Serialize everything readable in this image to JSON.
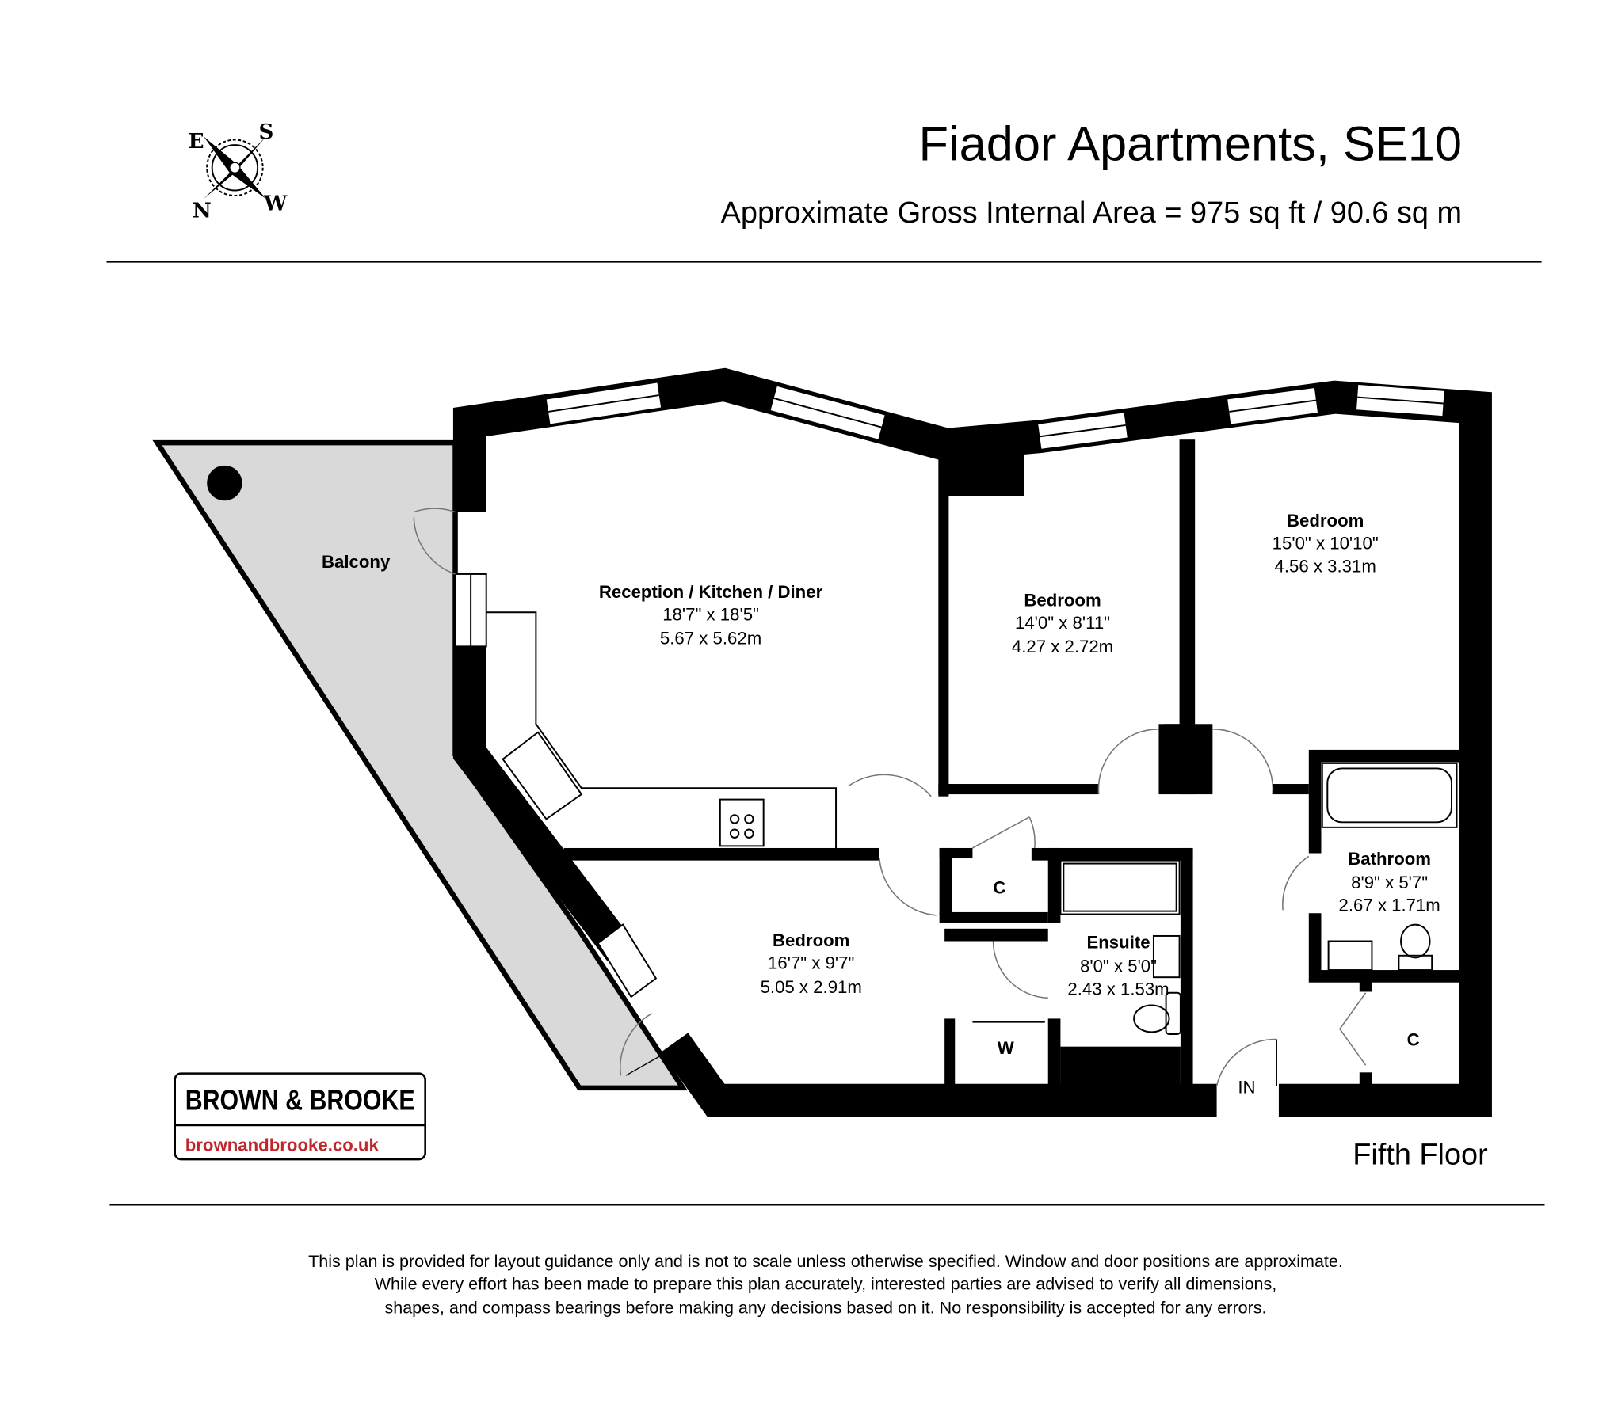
{
  "header": {
    "title": "Fiador Apartments, SE10",
    "subtitle": "Approximate Gross Internal Area = 975 sq ft / 90.6 sq m"
  },
  "compass": {
    "e": "E",
    "s": "S",
    "n": "N",
    "w": "W"
  },
  "rooms": [
    {
      "name": "Reception / Kitchen / Diner",
      "imperial": "18'7\" x 18'5\"",
      "metric": "5.67 x 5.62m"
    },
    {
      "name": "Bedroom",
      "imperial": "14'0\" x 8'11\"",
      "metric": "4.27 x 2.72m"
    },
    {
      "name": "Bedroom",
      "imperial": "15'0\" x 10'10\"",
      "metric": "4.56 x 3.31m"
    },
    {
      "name": "Bathroom",
      "imperial": "8'9\" x 5'7\"",
      "metric": "2.67 x 1.71m"
    },
    {
      "name": "Bedroom",
      "imperial": "16'7\" x 9'7\"",
      "metric": "5.05 x 2.91m"
    },
    {
      "name": "Ensuite",
      "imperial": "8'0\" x 5'0\"",
      "metric": "2.43 x 1.53m"
    }
  ],
  "labels": {
    "balcony": "Balcony",
    "cupboard1": "C",
    "cupboard2": "C",
    "wardrobe": "W",
    "entrance": "IN"
  },
  "floor": "Fifth Floor",
  "logo": {
    "name": "BROWN & BROOKE",
    "url": "brownandbrooke.co.uk",
    "url_color": "#c0272d"
  },
  "disclaimer": [
    "This plan is provided for layout guidance only and is not to scale unless otherwise specified. Window and door positions are approximate.",
    "While every effort has been made to prepare this plan accurately, interested parties are advised to verify all dimensions,",
    "shapes, and compass bearings before making any decisions based on it. No responsibility is accepted for any errors."
  ]
}
